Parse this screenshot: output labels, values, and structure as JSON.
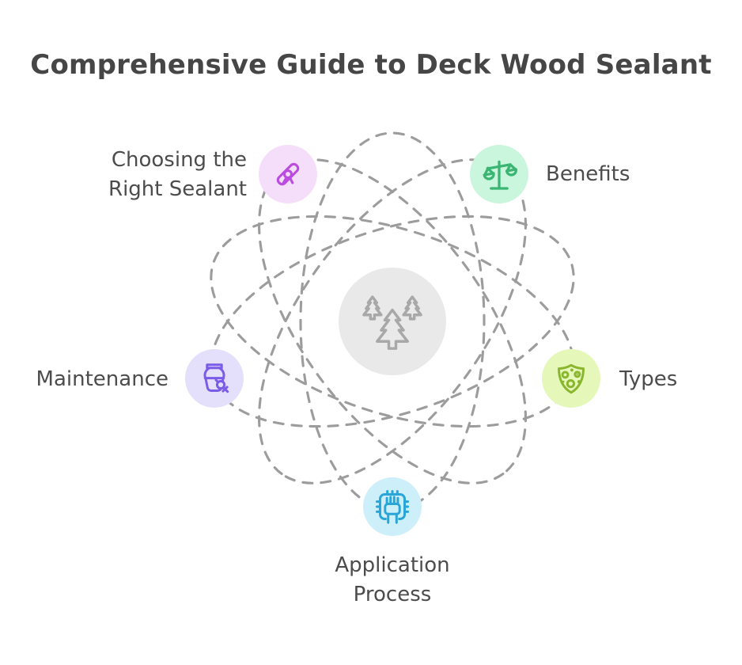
{
  "title": "Comprehensive Guide to Deck Wood Sealant",
  "diagram_type": "hub-and-spoke atom diagram with dashed orbit ellipses",
  "orbits": {
    "count": 5,
    "stroke_color": "#9c9c9c",
    "style": "dashed"
  },
  "center": {
    "icon": "pine-trees-icon",
    "icon_color": "#a8a8a8",
    "bubble_color": "#e9e9e9"
  },
  "nodes": [
    {
      "id": "choosing-the-right-sealant",
      "lines": [
        "Choosing the",
        "Right Sealant"
      ],
      "icon": "diploma-ribbon-icon",
      "icon_color": "#bb4ce0",
      "bubble_color": "#f5def9"
    },
    {
      "id": "benefits",
      "lines": [
        "Benefits"
      ],
      "icon": "balance-scale-icon",
      "icon_color": "#3bb573",
      "bubble_color": "#c9f6dc"
    },
    {
      "id": "types",
      "lines": [
        "Types"
      ],
      "icon": "shield-dots-icon",
      "icon_color": "#8ab62f",
      "bubble_color": "#e5f8ba"
    },
    {
      "id": "application-process",
      "lines": [
        "Application",
        "Process"
      ],
      "icon": "hand-press-icon",
      "icon_color": "#2aa5d8",
      "bubble_color": "#cdeffa"
    },
    {
      "id": "maintenance",
      "lines": [
        "Maintenance"
      ],
      "icon": "vase-brush-icon",
      "icon_color": "#7a5ce6",
      "bubble_color": "#e4dffa"
    }
  ],
  "text_color": "#4c4c4c",
  "title_color": "#464646"
}
